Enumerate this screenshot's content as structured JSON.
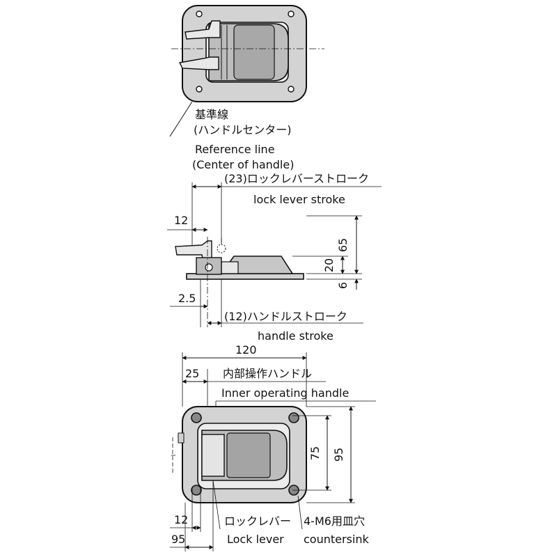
{
  "labels": {
    "ref_jp1": "基準線",
    "ref_jp2": "(ハンドルセンター)",
    "ref_en1": "Reference line",
    "ref_en2": "(Center of handle)",
    "lock_stroke_jp": "(23)ロックレバーストローク",
    "lock_stroke_en": "lock lever stroke",
    "handle_stroke_jp": "(12)ハンドルストローク",
    "handle_stroke_en": "handle stroke",
    "inner_jp": "内部操作ハンドル",
    "inner_en": "Inner operating handle",
    "lock_lever_jp": "ロックレバー",
    "lock_lever_en": "Lock lever",
    "countersink_jp": "4-M6用皿穴",
    "countersink_en": "countersink"
  },
  "dimensions": {
    "d12_side": "12",
    "d65": "65",
    "d20": "20",
    "d6": "6",
    "d2_5": "2.5",
    "d120": "120",
    "d25": "25",
    "d75": "75",
    "d95_vertical": "95",
    "d12_bottom": "12",
    "d95_horizontal": "95"
  }
}
